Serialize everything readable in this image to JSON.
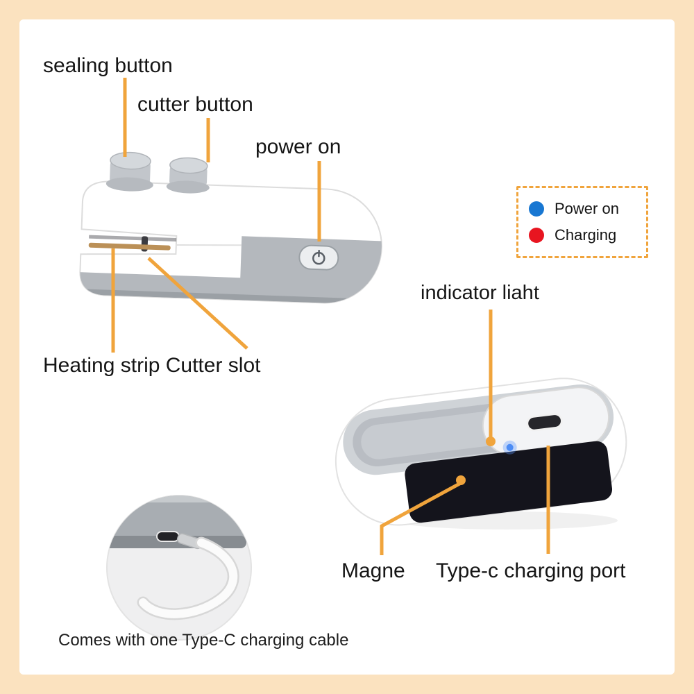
{
  "page": {
    "background": "#fbe2bf",
    "panel_bg": "#ffffff",
    "accent_line_color": "#f0a43c",
    "text_color": "#151515"
  },
  "labels": {
    "sealing_button": "sealing button",
    "cutter_button": "cutter button",
    "power_on": "power on",
    "heating_cutter": "Heating strip Cutter slot",
    "indicator_light": "indicator liaht",
    "magnet": "Magne",
    "type_c": "Type-c charging port",
    "note": "Comes with one Type-C charging cable"
  },
  "legend": {
    "power_on": {
      "label": "Power on",
      "color": "#1877d2"
    },
    "charging": {
      "label": "Charging",
      "color": "#e81520"
    }
  }
}
